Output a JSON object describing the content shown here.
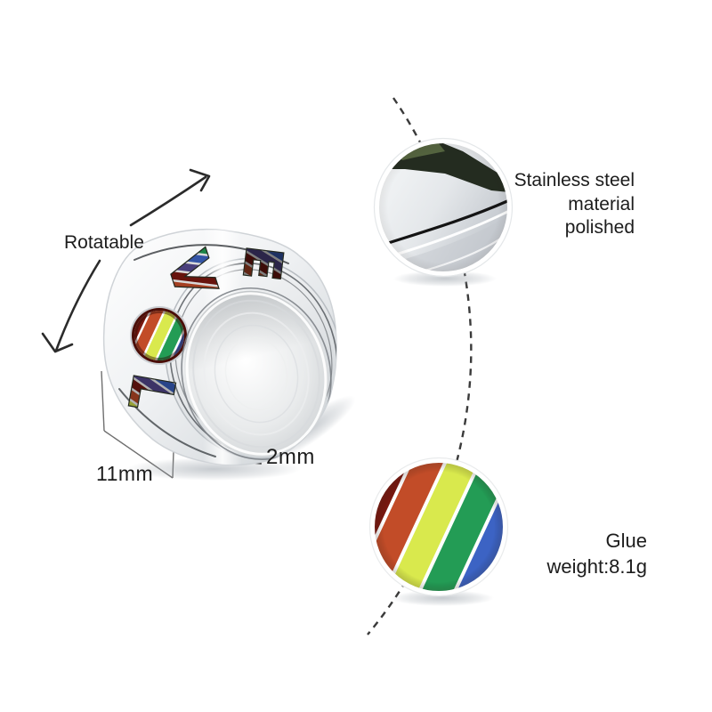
{
  "annotations": {
    "rotatable": "Rotatable",
    "width": "11mm",
    "thickness": "2mm",
    "material_note": "Stainless steel\nmaterial\npolished",
    "glue_note": "Glue\nweight:8.1g"
  },
  "ring": {
    "letters": [
      "L",
      "O",
      "V",
      "E"
    ]
  },
  "colors": {
    "rainbow": [
      "#7a1810",
      "#c24c28",
      "#d9e94d",
      "#239c55",
      "#3c63c4",
      "#564a92"
    ],
    "steel_light": "#f4f6f7",
    "steel_dark": "#c6cbd1",
    "line": "#2b2b2b"
  }
}
